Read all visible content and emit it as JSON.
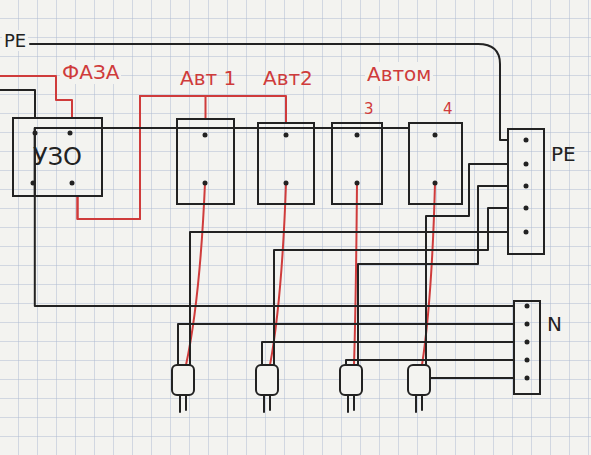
{
  "diagram": {
    "nodes": [
      {
        "text": [
          "УЗО"
        ]
      },
      {
        "text": [
          "Авт 1"
        ]
      },
      {
        "text": [
          "Авт2"
        ]
      },
      {
        "text": [
          "3"
        ]
      },
      {
        "text": [
          "4"
        ]
      },
      {
        "text": [
          "PE"
        ]
      },
      {
        "text": [
          "N"
        ]
      }
    ],
    "edges": [
      {
        "from": 0,
        "to": 1,
        "arrow": "none"
      },
      {
        "from": 0,
        "to": 2,
        "arrow": "none"
      },
      {
        "from": 0,
        "to": 3,
        "arrow": "none"
      },
      {
        "from": 0,
        "to": 4,
        "arrow": "none"
      },
      {
        "from": 0,
        "to": 6,
        "arrow": "none"
      }
    ],
    "labels": [
      "PE",
      "ФАЗА",
      "Автом"
    ]
  }
}
